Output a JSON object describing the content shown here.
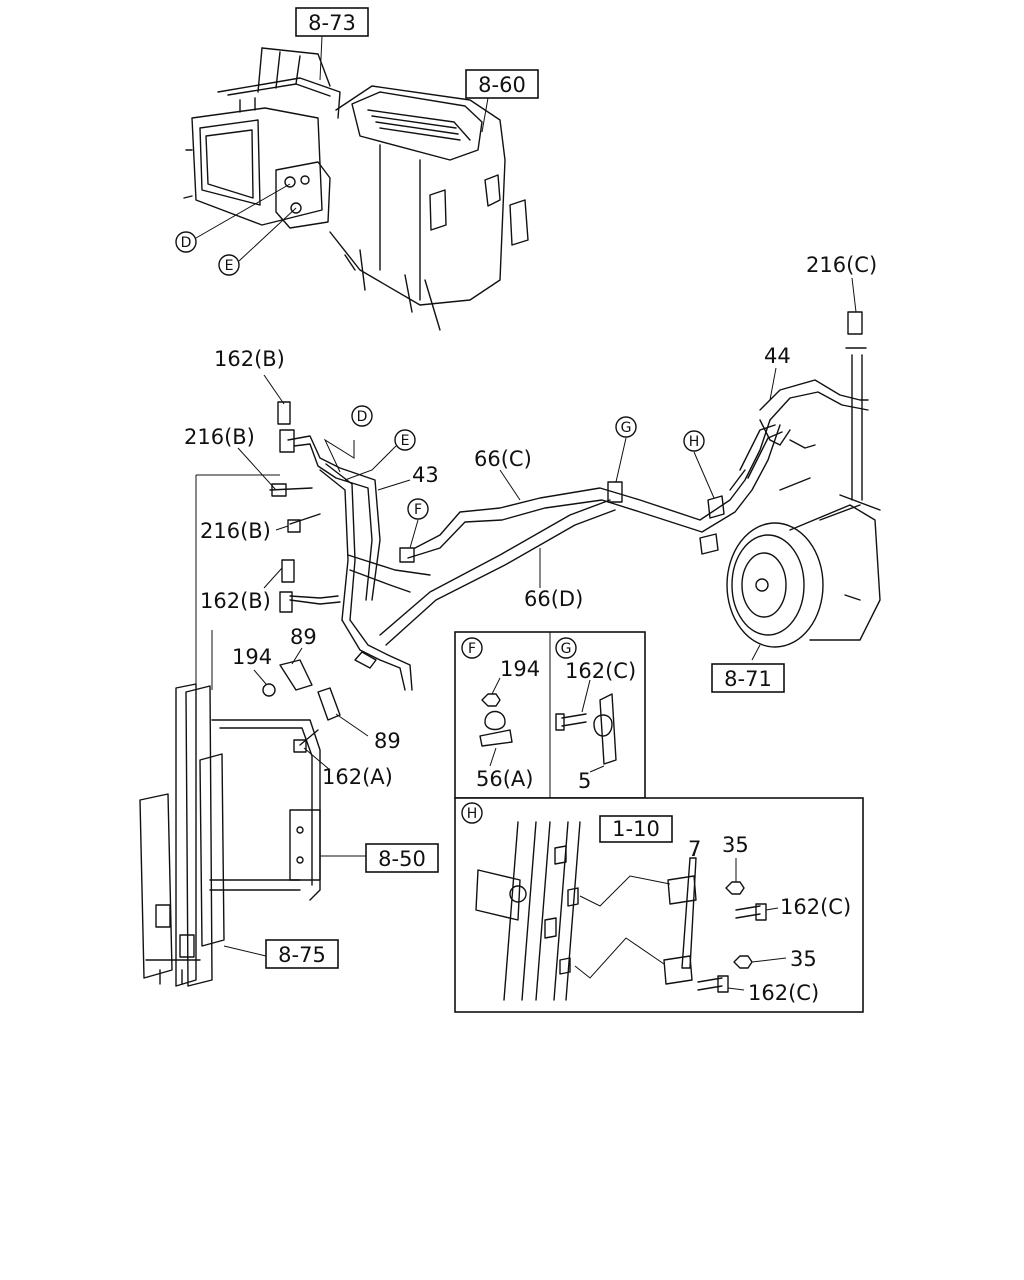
{
  "refs": {
    "r8_73": "8-73",
    "r8_60": "8-60",
    "r8_71": "8-71",
    "r8_50": "8-50",
    "r8_75": "8-75",
    "r1_10": "1-10"
  },
  "callouts": {
    "D": "D",
    "E": "E",
    "F": "F",
    "G": "G",
    "H": "H"
  },
  "labels": {
    "p216C": "216(C)",
    "p44": "44",
    "p162B_top": "162(B)",
    "p216B_a": "216(B)",
    "p216B_b": "216(B)",
    "p43": "43",
    "p66C": "66(C)",
    "p66D": "66(D)",
    "p162B_mid": "162(B)",
    "p194": "194",
    "p89_a": "89",
    "p89_b": "89",
    "p162A": "162(A)",
    "F_194": "194",
    "F_56A": "56(A)",
    "G_162C": "162(C)",
    "G_5": "5",
    "H_7": "7",
    "H_35a": "35",
    "H_162C_a": "162(C)",
    "H_35b": "35",
    "H_162C_b": "162(C)"
  }
}
